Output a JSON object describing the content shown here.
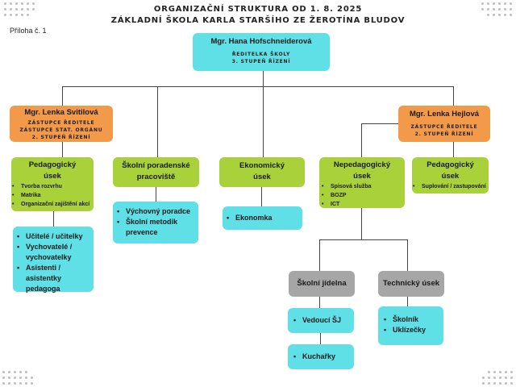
{
  "header": {
    "title_line1": "ORGANIZAČNÍ STRUKTURA OD 1. 8. 2025",
    "title_line2": "ZÁKLADNÍ ŠKOLA KARLA STARŠÍHO ZE ŽEROTÍNA BLUDOV",
    "annex": "Příloha č. 1"
  },
  "colors": {
    "director": "#5ee0e6",
    "deputy": "#f2994a",
    "department": "#a8d13a",
    "sub_department": "#a6a6a6",
    "staff": "#5ee0e6"
  },
  "director": {
    "name": "Mgr. Hana Hofschneiderová",
    "role_line1": "ŘEDITELKA ŠKOLY",
    "role_line2": "3. STUPEŇ ŘÍZENÍ"
  },
  "deputies": [
    {
      "name": "Mgr. Lenka Svitilová",
      "role_lines": [
        "ZÁSTUPCE ŘEDITELE",
        "ZÁSTUPCE STAT. ORGÁNU",
        "2. STUPEŇ ŘÍZENÍ"
      ]
    },
    {
      "name": "Mgr. Lenka Hejlová",
      "role_lines": [
        "ZÁSTUPCE ŘEDITELE",
        "2. STUPEŇ ŘÍZENÍ"
      ]
    }
  ],
  "departments": {
    "pedagogicky_1": {
      "title_line1": "Pedagogický",
      "title_line2": "úsek",
      "items": [
        "Tvorba rozvrhu",
        "Matrika",
        "Organizační zajištění akcí"
      ]
    },
    "poradenske": {
      "title_line1": "Školní poradenské",
      "title_line2": "pracoviště"
    },
    "ekonomicky": {
      "title_line1": "Ekonomický",
      "title_line2": "úsek"
    },
    "nepedagogicky": {
      "title_line1": "Nepedagogický",
      "title_line2": "úsek",
      "items": [
        "Spisová služba",
        "BOZP",
        "ICT"
      ]
    },
    "pedagogicky_2": {
      "title_line1": "Pedagogický",
      "title_line2": "úsek",
      "items": [
        "Suplování / zastupování"
      ]
    }
  },
  "staff": {
    "pedagogicky": [
      "Učitelé / učitelky",
      "Vychovatelé / vychovatelky",
      "Asistenti / asistentky pedagoga"
    ],
    "poradenske": [
      "Výchovný poradce",
      "Školní metodik prevence"
    ],
    "ekonomicky": [
      "Ekonomka"
    ],
    "jidelna": [
      "Vedoucí ŠJ"
    ],
    "kuchyne": [
      "Kuchařky"
    ],
    "technicky": [
      "Školník",
      "Uklízečky"
    ]
  },
  "sub_departments": {
    "jidelna": "Školní jídelna",
    "technicky": "Technický úsek"
  }
}
